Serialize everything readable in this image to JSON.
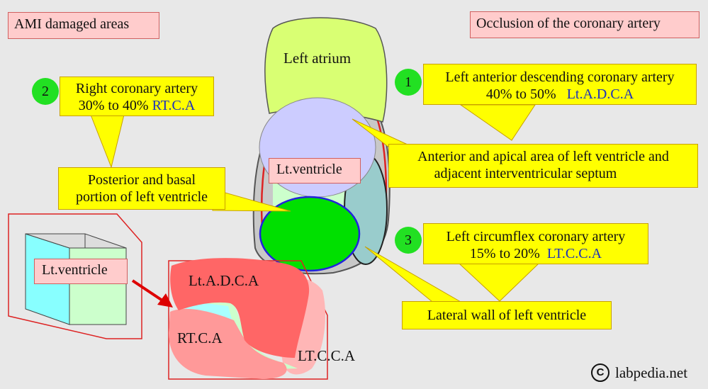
{
  "titles": {
    "left": "AMI damaged areas",
    "right": "Occlusion of the coronary artery"
  },
  "heart": {
    "atrium_label": "Left atrium",
    "ventricle_label": "Lt.ventricle"
  },
  "arteries": [
    {
      "number": "1",
      "line1": "Left anterior descending coronary artery",
      "pct": "40% to 50%",
      "abbr": "Lt.A.D.C.A"
    },
    {
      "number": "2",
      "line1": "Right coronary artery",
      "pct": "30% to 40%",
      "abbr": "RT.C.A"
    },
    {
      "number": "3",
      "line1": "Left circumflex coronary artery",
      "pct": "15% to 20%",
      "abbr": "LT.C.C.A"
    }
  ],
  "areas": {
    "anterior": [
      "Anterior and apical area of left ventricle and",
      "adjacent interventricular septum"
    ],
    "posterior": [
      "Posterior and basal",
      "portion of left ventricle"
    ],
    "lateral": "Lateral wall of left ventricle"
  },
  "section": {
    "box_label": "Lt.ventricle",
    "ladca": "Lt.A.D.C.A",
    "rtca": "RT.C.A",
    "ltcca": "LT.C.C.A"
  },
  "copyright": {
    "symbol": "©",
    "site": "labpedia.net"
  },
  "colors": {
    "background": "#e8e8e8",
    "atrium": "#d9ff73",
    "anterior_zone": "#ccccff",
    "posterior_zone": "#00e000",
    "lateral_zone": "#99cccc",
    "callout": "#ffff00",
    "label_pink": "#ffcccc",
    "number_badge": "#22e022",
    "abbr_text": "#1a2fbf"
  }
}
